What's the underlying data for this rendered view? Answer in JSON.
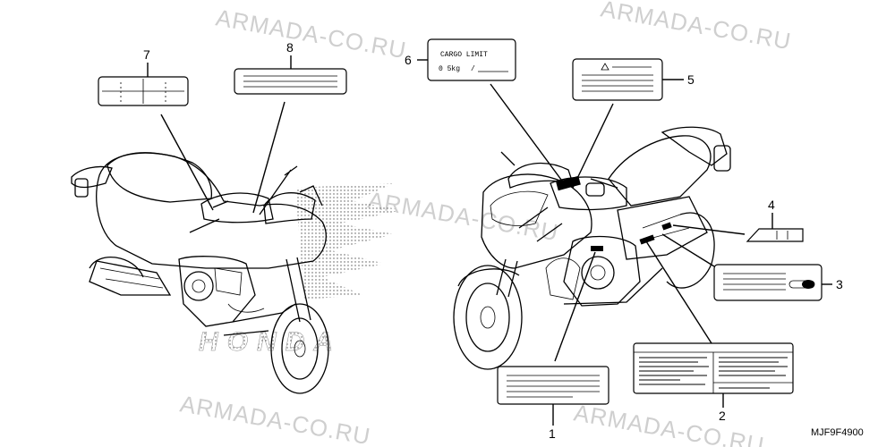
{
  "watermark": "ARMADA-CO.RU",
  "diagram_code": "MJF9F4900",
  "brand_text": "HONDA",
  "cargo_label": {
    "title": "CARGO LIMIT",
    "value": "0 5kg",
    "slash": "/"
  },
  "callouts": [
    "1",
    "2",
    "3",
    "4",
    "5",
    "6",
    "7",
    "8"
  ]
}
